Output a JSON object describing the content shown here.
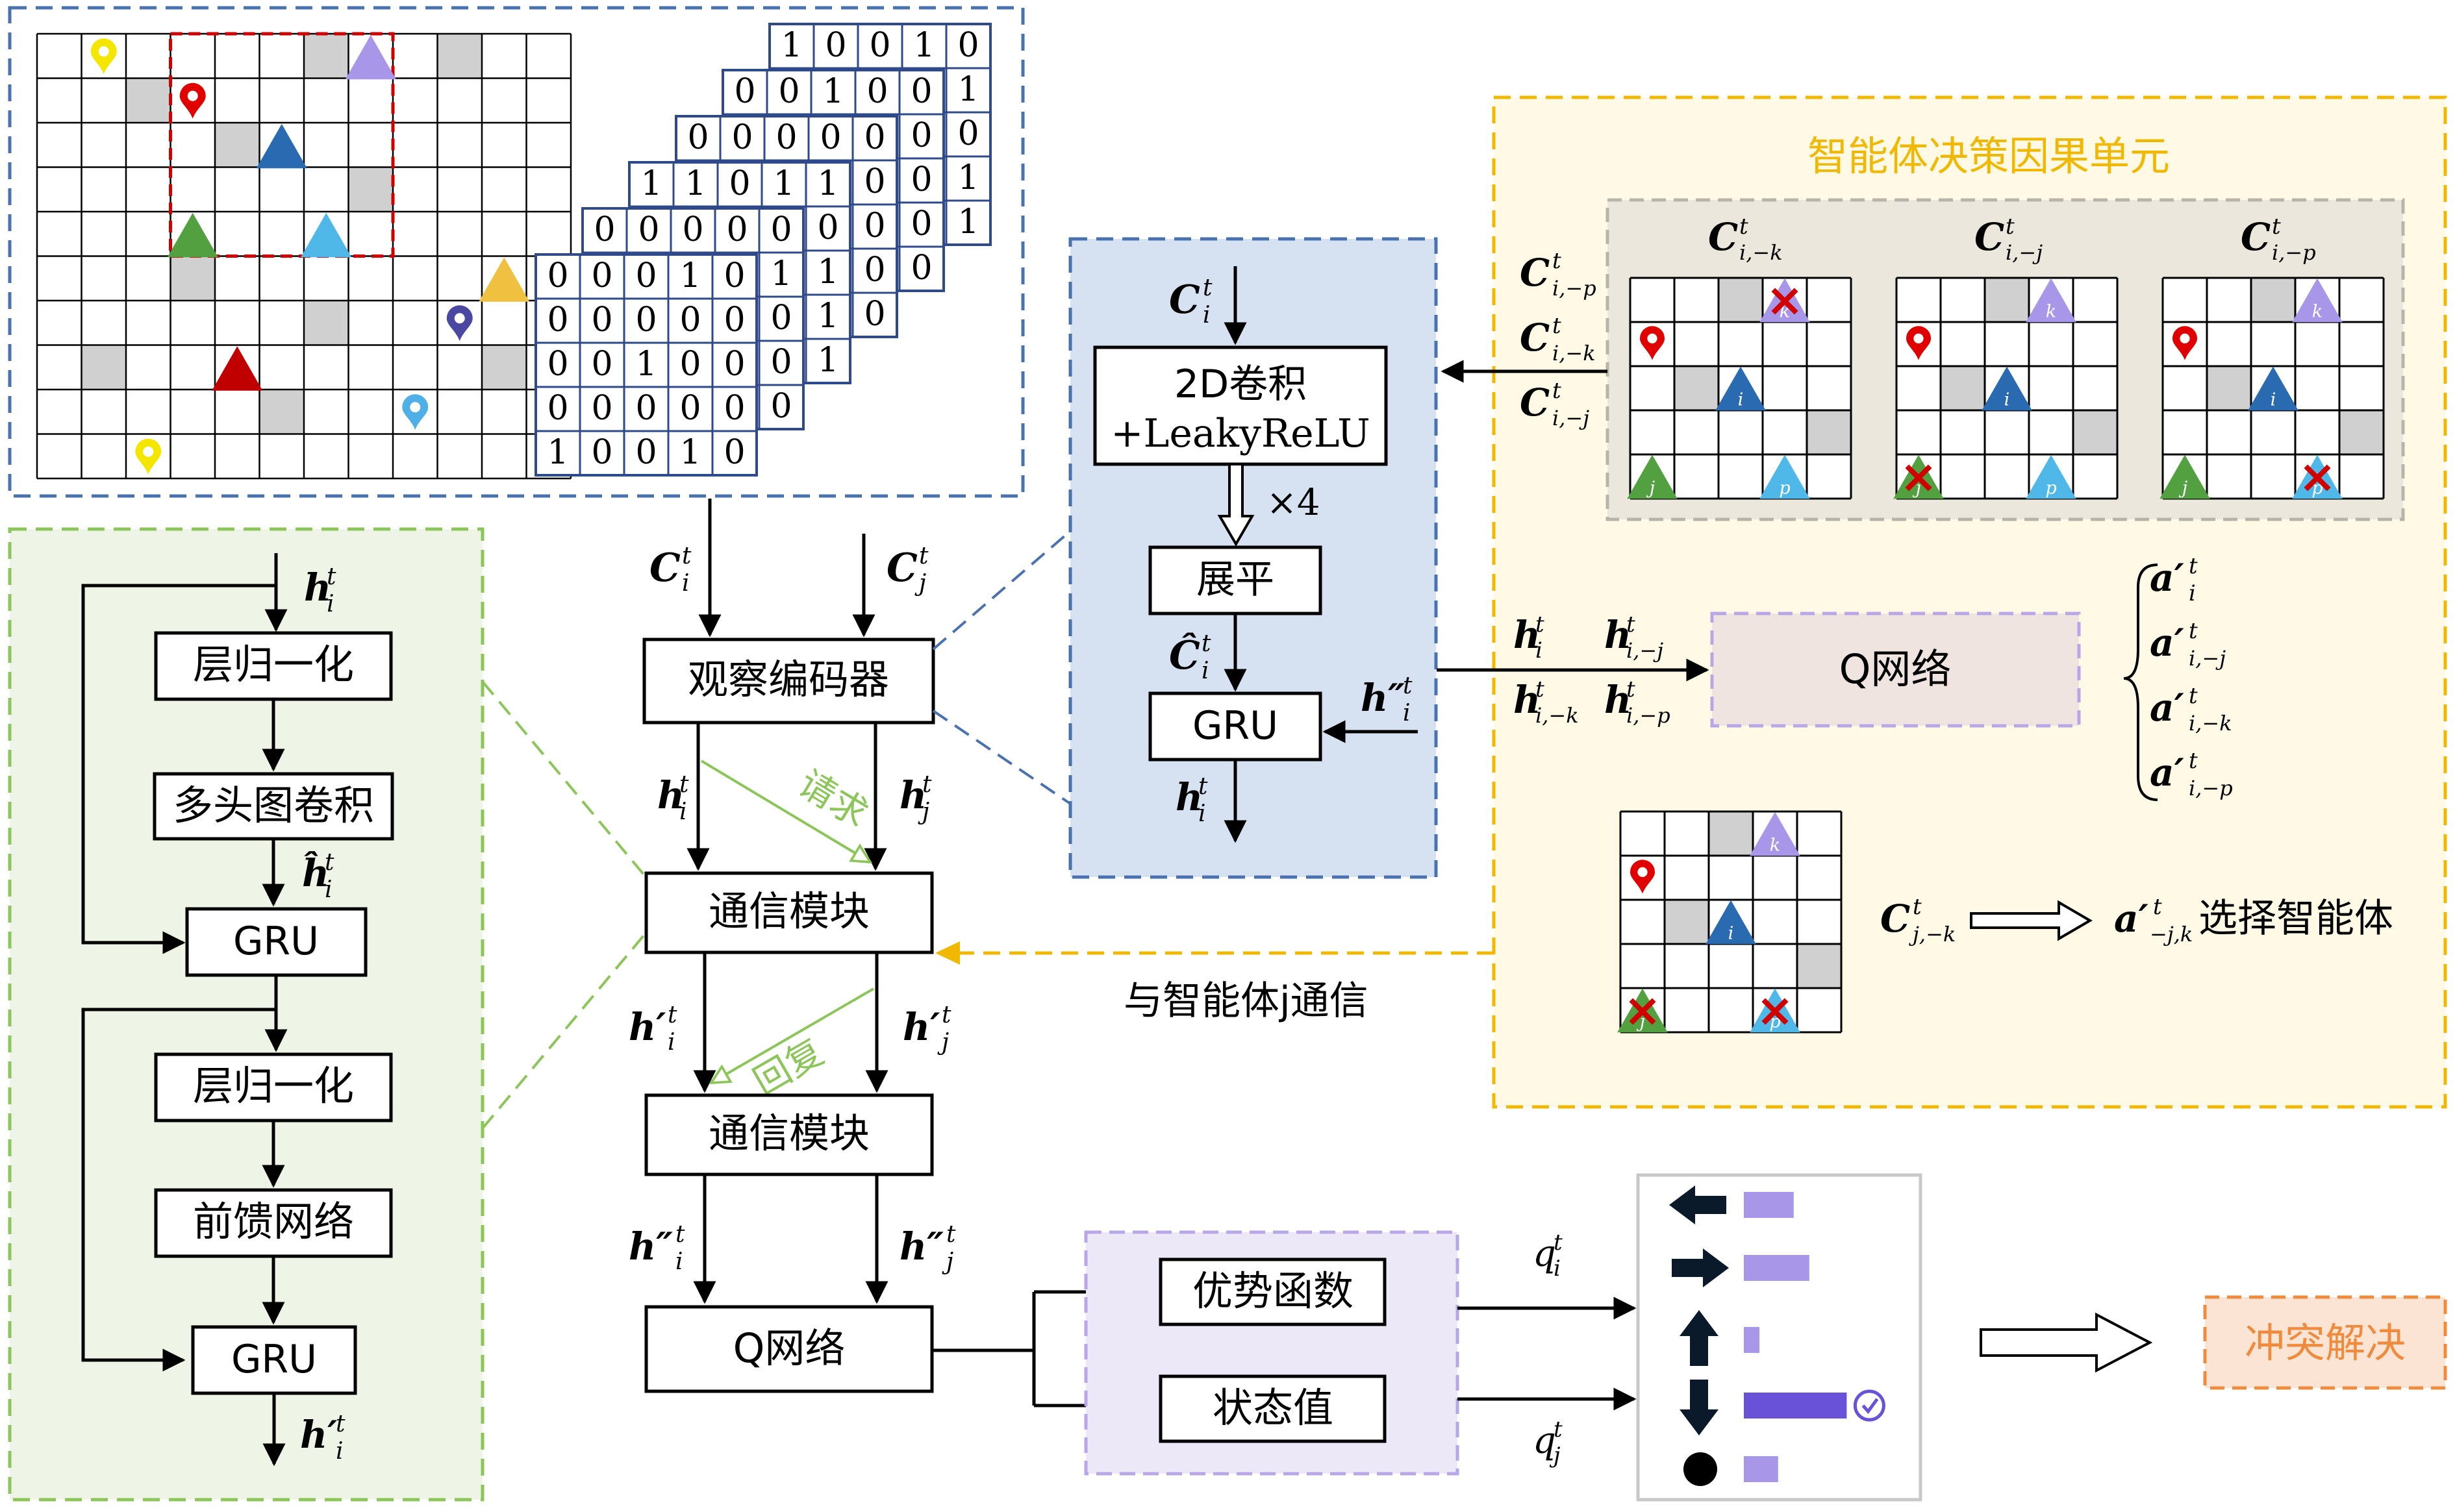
{
  "colors": {
    "blue_border": "#4a72b0",
    "blue_fill": "#d6e2f2",
    "green_border": "#8cc55a",
    "green_fill": "#eef5e6",
    "yellow_border": "#f0b800",
    "yellow_fill": "#fff9e6",
    "gray_panel": "#ece7dc",
    "purple_border": "#b9a6e6",
    "purple_fill": "#ece8f8",
    "q_fill": "#efe4e0",
    "orange_border": "#f08a3c",
    "orange_fill": "#fbe4d3",
    "bar_purple": "#a896e8",
    "bar_dark": "#6a52d8",
    "red": "#d00000",
    "gray_cell": "#d0d0d0"
  },
  "binary_matrices": {
    "front_rows": [
      [
        "0",
        "0",
        "0",
        "1",
        "0"
      ],
      [
        "0",
        "0",
        "0",
        "0",
        "0"
      ],
      [
        "0",
        "0",
        "1",
        "0",
        "0"
      ],
      [
        "0",
        "0",
        "0",
        "0",
        "0"
      ],
      [
        "1",
        "0",
        "0",
        "1",
        "0"
      ]
    ],
    "back_top_row": [
      "1",
      "0",
      "0",
      "1",
      "0"
    ],
    "layer_edges": [
      [
        "0",
        "0",
        "0",
        "0",
        "0"
      ],
      [
        "0",
        "0",
        "1",
        "1",
        "0"
      ],
      [
        "0",
        "1",
        "0",
        "0",
        "1"
      ],
      [
        "1",
        "0",
        "0",
        "1",
        "0"
      ],
      [
        "0",
        "0",
        "1",
        "0",
        "0"
      ],
      [
        "0",
        "0",
        "0",
        "1",
        "0"
      ],
      [
        "0",
        "1",
        "0",
        "0",
        "1"
      ]
    ],
    "layer_rows": [
      [
        "0",
        "0",
        "0",
        "0",
        "0",
        "1"
      ],
      [
        "1",
        "1",
        "0",
        "1",
        "1",
        "0",
        "1"
      ],
      [
        "0",
        "0",
        "0",
        "0",
        "0",
        "1",
        "0",
        "0"
      ],
      [
        "0",
        "0",
        "1",
        "0",
        "0",
        "0",
        "0",
        "0",
        "1"
      ],
      [
        "0",
        "0",
        "0",
        "0",
        "0",
        "0",
        "0",
        "0",
        "0"
      ]
    ]
  },
  "encoder": {
    "input_main": "C",
    "input_sup": "t",
    "input_sub": "i",
    "conv": "2D卷积",
    "leaky": "+LeakyReLU",
    "repeat": "×4",
    "flatten": "展平",
    "chat_main": "Ĉ",
    "chat_sup": "t",
    "chat_sub": "i",
    "gru": "GRU",
    "hpp_main": "h″",
    "hpp_sup": "t",
    "hpp_sub": "i",
    "out_main": "h",
    "out_sup": "t",
    "out_sub": "i"
  },
  "comm_module": {
    "input_main": "h",
    "input_sup": "t",
    "input_sub": "i",
    "norm1": "层归一化",
    "gcn": "多头图卷积",
    "hhat_main": "ĥ",
    "hhat_sup": "t",
    "hhat_sub": "i",
    "gru1": "GRU",
    "norm2": "层归一化",
    "ffn": "前馈网络",
    "gru2": "GRU",
    "out_main": "h′",
    "out_sup": "t",
    "out_sub": "i"
  },
  "center": {
    "ci": {
      "main": "C",
      "sup": "t",
      "sub": "i"
    },
    "cj": {
      "main": "C",
      "sup": "t",
      "sub": "j"
    },
    "obs_encoder": "观察编码器",
    "hi": {
      "main": "h",
      "sup": "t",
      "sub": "i"
    },
    "hj": {
      "main": "h",
      "sup": "t",
      "sub": "j"
    },
    "request": "请求",
    "comm1": "通信模块",
    "hpi": {
      "main": "h′",
      "sup": "t",
      "sub": "i"
    },
    "hpj": {
      "main": "h′",
      "sup": "t",
      "sub": "j"
    },
    "reply": "回复",
    "comm2": "通信模块",
    "hppi": {
      "main": "h″",
      "sup": "t",
      "sub": "i"
    },
    "hppj": {
      "main": "h″",
      "sup": "t",
      "sub": "j"
    },
    "qnet": "Q网络",
    "comm_with": "与智能体j通信"
  },
  "dueling": {
    "advantage": "优势函数",
    "state_value": "状态值",
    "qi": {
      "main": "q",
      "sup": "t",
      "sub": "i"
    },
    "qj": {
      "main": "q",
      "sup": "t",
      "sub": "j"
    },
    "action_values": [
      0.32,
      0.42,
      0.1,
      0.66,
      0.22
    ],
    "conflict": "冲突解决"
  },
  "causal_unit": {
    "title": "智能体决策因果单元",
    "c_ip": {
      "main": "C",
      "sup": "t",
      "sub": "i,−p"
    },
    "c_ik": {
      "main": "C",
      "sup": "t",
      "sub": "i,−k"
    },
    "c_ij": {
      "main": "C",
      "sup": "t",
      "sub": "i,−j"
    },
    "grid_titles": [
      {
        "main": "C",
        "sup": "t",
        "sub": "i,−k"
      },
      {
        "main": "C",
        "sup": "t",
        "sub": "i,−j"
      },
      {
        "main": "C",
        "sup": "t",
        "sub": "i,−p"
      }
    ],
    "h_i": {
      "main": "h",
      "sup": "t",
      "sub": "i"
    },
    "h_ij": {
      "main": "h",
      "sup": "t",
      "sub": "i,−j"
    },
    "h_ik": {
      "main": "h",
      "sup": "t",
      "sub": "i,−k"
    },
    "h_ip": {
      "main": "h",
      "sup": "t",
      "sub": "i,−p"
    },
    "qnet": "Q网络",
    "a_i": {
      "main": "a′",
      "sup": "t",
      "sub": "i"
    },
    "a_ij": {
      "main": "a′",
      "sup": "t",
      "sub": "i,−j"
    },
    "a_ik": {
      "main": "a′",
      "sup": "t",
      "sub": "i,−k"
    },
    "a_ip": {
      "main": "a′",
      "sup": "t",
      "sub": "i,−p"
    },
    "c_jk": {
      "main": "C",
      "sup": "t",
      "sub": "j,−k"
    },
    "a_jk": {
      "main": "a′",
      "sup": "t",
      "sub": "−j,k"
    },
    "select": "选择智能体",
    "agent_labels": {
      "i": "i",
      "j": "j",
      "k": "k",
      "p": "p"
    }
  }
}
